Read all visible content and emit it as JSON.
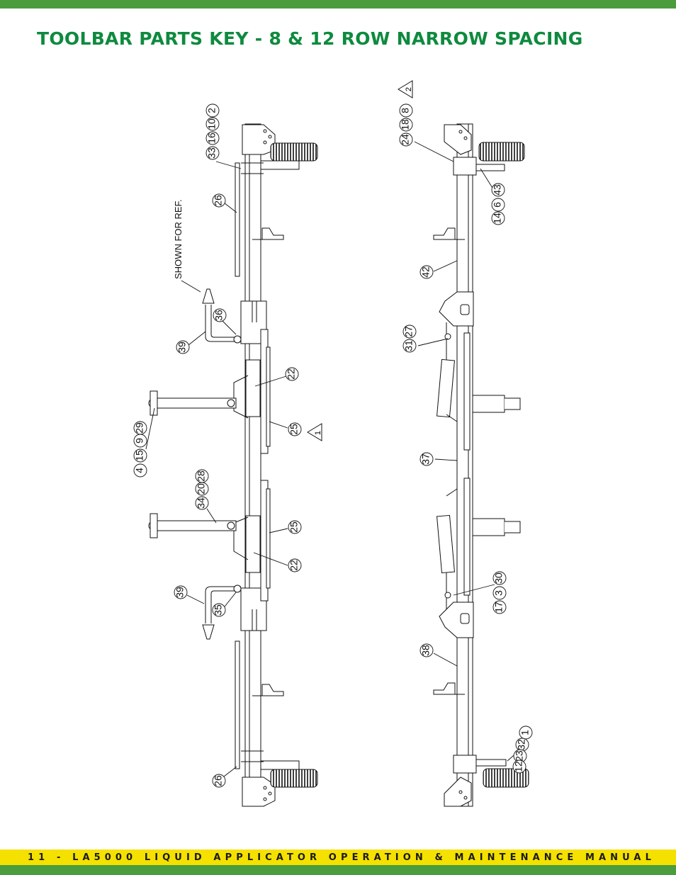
{
  "header": {
    "title": "TOOLBAR PARTS KEY - 8 & 12 ROW NARROW SPACING"
  },
  "footer": {
    "page_number": "11",
    "separator": "-",
    "manual_title": "LA5000 LIQUID APPLICATOR OPERATION & MAINTENANCE MANUAL"
  },
  "colors": {
    "brand_green": "#4a9c3c",
    "title_green": "#0e8a3e",
    "footer_yellow": "#f5e100"
  },
  "diagram": {
    "note": "SHOWN FOR REF.",
    "warnings": [
      "1",
      "2"
    ],
    "callouts_left": {
      "c33": "33",
      "c16": "16",
      "c10": "10",
      "c2": "2",
      "c26_top": "26",
      "c36": "36",
      "c39_top": "39",
      "c22_top": "22",
      "c25_top": "25",
      "c4": "4",
      "c15": "15",
      "c9": "9",
      "c29": "29",
      "c34": "34",
      "c20": "20",
      "c28": "28",
      "c25_bottom": "25",
      "c22_bottom": "22",
      "c39_bottom": "39",
      "c35": "35",
      "c26_bottom": "26"
    },
    "callouts_right": {
      "c24": "24",
      "c18": "18",
      "c8": "8",
      "c14": "14",
      "c6": "6",
      "c43": "43",
      "c42": "42",
      "c31": "31",
      "c27": "27",
      "c37": "37",
      "c17": "17",
      "c3": "3",
      "c30": "30",
      "c38": "38",
      "c12": "12",
      "c23": "23",
      "c32": "32",
      "c1": "1"
    }
  }
}
